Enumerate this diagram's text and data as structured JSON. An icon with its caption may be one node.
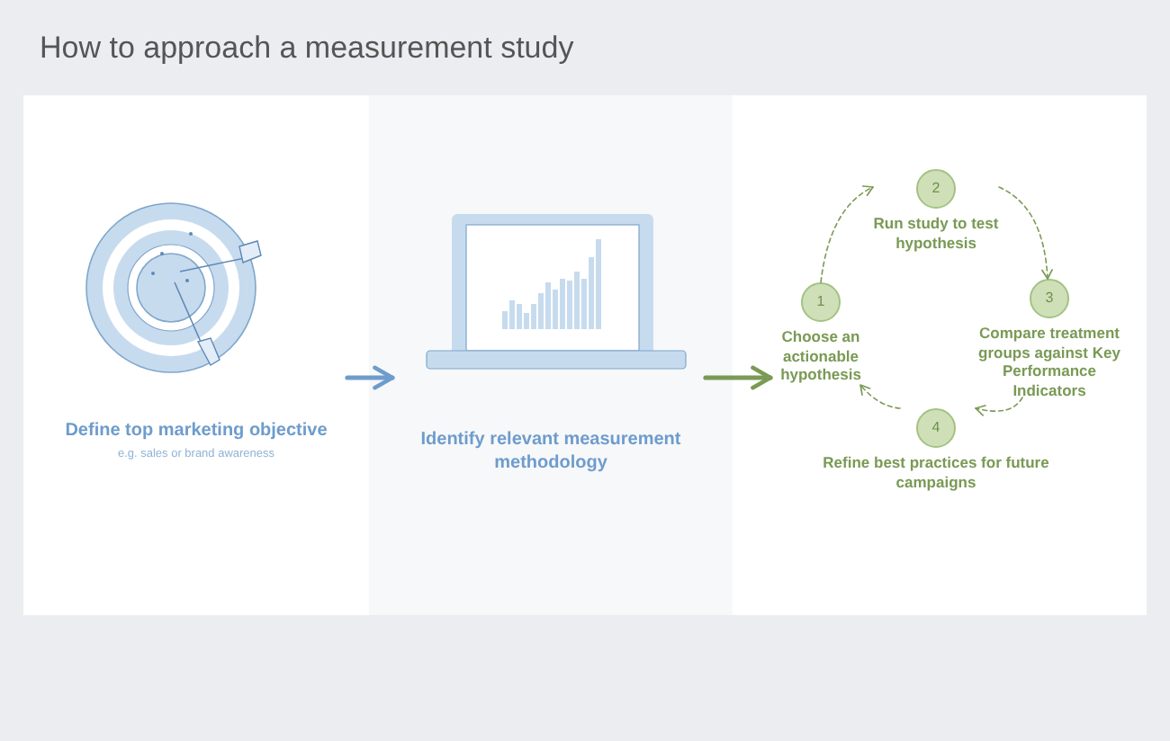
{
  "diagram": {
    "title": "How to approach a measurement study",
    "nodes": [
      {
        "text": [
          "Define top marketing objective",
          "e.g. sales or brand awareness"
        ]
      },
      {
        "text": [
          "Identify relevant measurement methodology"
        ]
      },
      {
        "text": [
          "1"
        ],
        "beside": [
          "Choose an actionable hypothesis"
        ]
      },
      {
        "text": [
          "2"
        ],
        "beside": [
          "Run study to test hypothesis"
        ]
      },
      {
        "text": [
          "3"
        ],
        "beside": [
          "Compare treatment groups against Key Performance Indicators"
        ]
      },
      {
        "text": [
          "4"
        ],
        "beside": [
          "Refine best practices for future campaigns"
        ]
      }
    ],
    "edges": [
      {
        "from": 0,
        "to": 1,
        "arrow": "to",
        "style": "thick",
        "color": "#6e9ccc"
      },
      {
        "from": 1,
        "to": 2,
        "arrow": "to",
        "style": "thick"
      },
      {
        "from": 2,
        "to": 3,
        "arrow": "to",
        "style": "dashed"
      },
      {
        "from": 3,
        "to": 4,
        "arrow": "to",
        "style": "dashed"
      },
      {
        "from": 4,
        "to": 5,
        "arrow": "to",
        "style": "dashed"
      },
      {
        "from": 5,
        "to": 2,
        "arrow": "to",
        "style": "dashed"
      }
    ]
  }
}
